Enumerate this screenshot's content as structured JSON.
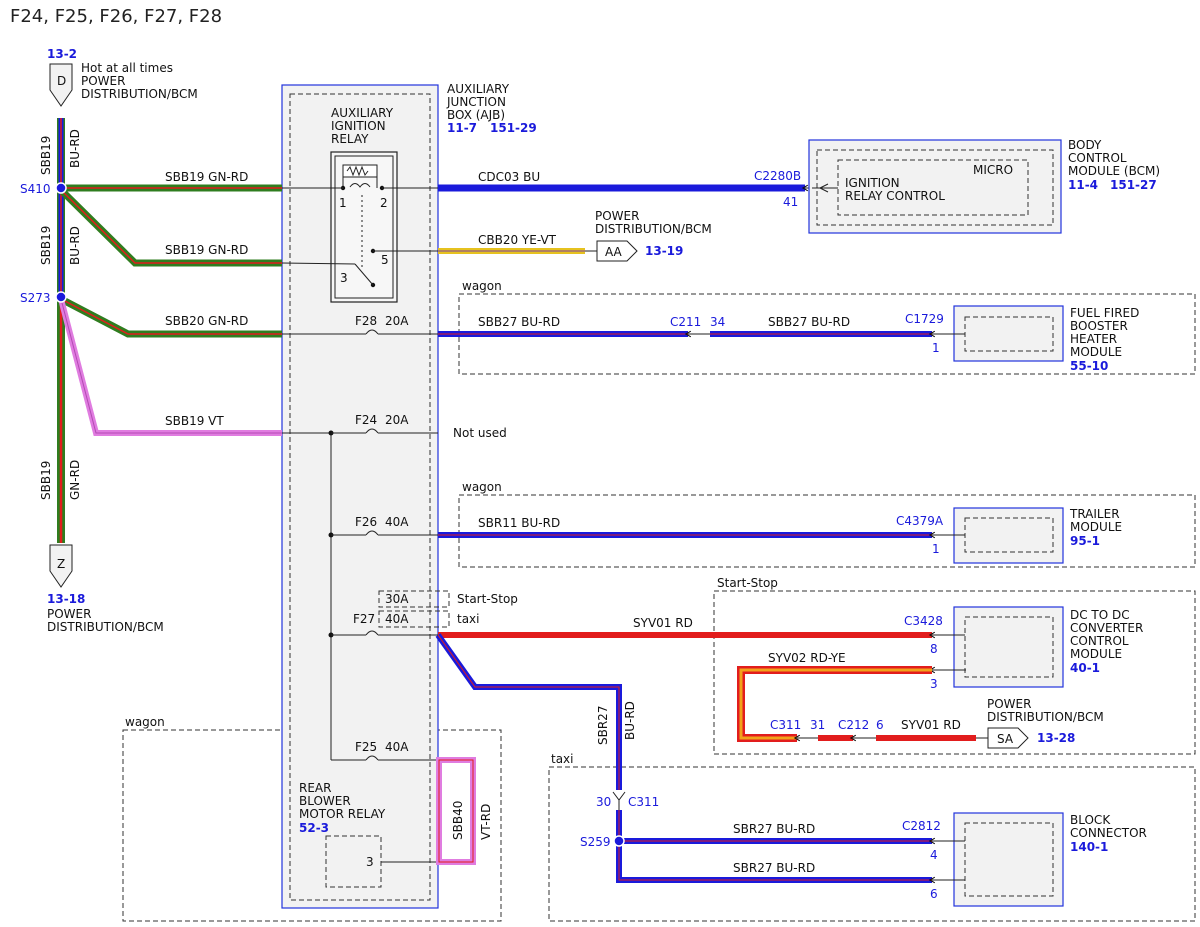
{
  "title": "F24, F25, F26, F27, F28",
  "refs": {
    "top_ref": "13-2",
    "bottom_ref": "13-18",
    "ajb_ref_a": "11-7",
    "ajb_ref_b": "151-29",
    "bcm_ref_a": "11-4",
    "bcm_ref_b": "151-27",
    "pd_cbb20_ref": "13-19",
    "fuel_ref": "55-10",
    "trailer_ref": "95-1",
    "dcdc_ref": "40-1",
    "sa_ref": "13-28",
    "blower_ref": "52-3",
    "block_ref": "140-1"
  },
  "labels": {
    "hot_1": "Hot at all times",
    "hot_2": "POWER",
    "hot_3": "DISTRIBUTION/BCM",
    "pd_bottom_1": "POWER",
    "pd_bottom_2": "DISTRIBUTION/BCM",
    "ajb_1": "AUXILIARY",
    "ajb_2": "JUNCTION",
    "ajb_3": "BOX (AJB)",
    "relay_1": "AUXILIARY",
    "relay_2": "IGNITION",
    "relay_3": "RELAY",
    "bcm_1": "BODY",
    "bcm_2": "CONTROL",
    "bcm_3": "MODULE (BCM)",
    "micro": "MICRO",
    "ign_1": "IGNITION",
    "ign_2": "RELAY CONTROL",
    "pd_mid_1": "POWER",
    "pd_mid_2": "DISTRIBUTION/BCM",
    "fuel_1": "FUEL FIRED",
    "fuel_2": "BOOSTER",
    "fuel_3": "HEATER",
    "fuel_4": "MODULE",
    "trailer_1": "TRAILER",
    "trailer_2": "MODULE",
    "dcdc_1": "DC TO DC",
    "dcdc_2": "CONVERTER",
    "dcdc_3": "CONTROL",
    "dcdc_4": "MODULE",
    "pd_sa_1": "POWER",
    "pd_sa_2": "DISTRIBUTION/BCM",
    "blower_1": "REAR",
    "blower_2": "BLOWER",
    "blower_3": "MOTOR RELAY",
    "block_1": "BLOCK",
    "block_2": "CONNECTOR",
    "not_used": "Not used",
    "wagon_1": "wagon",
    "wagon_2": "wagon",
    "wagon_3": "wagon",
    "startstop_box": "Start-Stop",
    "startstop_fuse": "Start-Stop",
    "taxi_fuse": "taxi",
    "taxi_box": "taxi"
  },
  "connectors": {
    "D": "D",
    "Z": "Z",
    "AA": "AA",
    "SA": "SA"
  },
  "splices": {
    "s410": "S410",
    "s273": "S273",
    "s259": "S259"
  },
  "wires": {
    "w_top": "SBB19",
    "w_top_c": "BU-RD",
    "w_mid": "SBB19",
    "w_mid_c": "BU-RD",
    "w_bot": "SBB19",
    "w_bot_c": "GN-RD",
    "relay_feed": "SBB19  GN-RD",
    "relay_sw": "SBB19  GN-RD",
    "f28_feed": "SBB20  GN-RD",
    "fuse_feed": "SBB19  VT",
    "cdc03": "CDC03  BU",
    "cbb20": "CBB20  YE-VT",
    "sbb27_a": "SBB27  BU-RD",
    "sbb27_b": "SBB27  BU-RD",
    "sbr11": "SBR11  BU-RD",
    "syv01": "SYV01  RD",
    "syv02": "SYV02  RD-YE",
    "syv01_sa": "SYV01  RD",
    "sbr27_v": "SBR27",
    "sbr27_vc": "BU-RD",
    "sbr27_b1": "SBR27  BU-RD",
    "sbr27_b2": "SBR27  BU-RD",
    "sbb40": "SBB40",
    "sbb40_c": "VT-RD"
  },
  "fuses": {
    "f28": "F28",
    "f28_a": "20A",
    "f24": "F24",
    "f24_a": "20A",
    "f26": "F26",
    "f26_a": "40A",
    "f27": "F27",
    "f27_a": "40A",
    "f27_alt": "30A",
    "f25": "F25",
    "f25_a": "40A"
  },
  "pins": {
    "c2280b": "C2280B",
    "c2280b_pin": "41",
    "c211": "C211",
    "c211_pin": "34",
    "c1729": "C1729",
    "c1729_pin": "1",
    "c4379a": "C4379A",
    "c4379a_pin": "1",
    "c3428": "C3428",
    "c3428_p8": "8",
    "c3428_p3": "3",
    "c311a": "C311",
    "c311a_pin": "31",
    "c212": "C212",
    "c212_pin": "6",
    "c311b": "C311",
    "c311b_pin": "30",
    "c2812": "C2812",
    "c2812_p4": "4",
    "c2812_p6": "6",
    "relay_1": "1",
    "relay_2": "2",
    "relay_3": "3",
    "relay_5": "5",
    "blower_3": "3"
  },
  "colors": {
    "bu": "#1a1adb",
    "rd": "#e21d1d",
    "gn": "#2f7d1f",
    "vt": "#e07ce0",
    "ye": "#e6c21f",
    "rd_ye": "#f1a21a",
    "box_fill": "#f2f2f2",
    "ref": "#1a1adb"
  }
}
